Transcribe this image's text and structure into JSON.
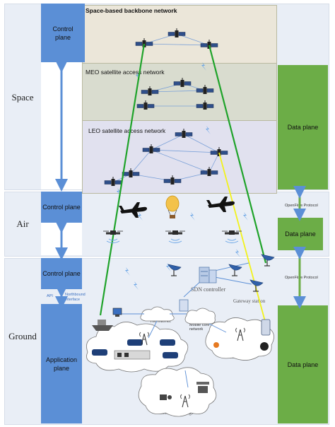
{
  "layers": {
    "space": "Space",
    "air": "Air",
    "ground": "Ground"
  },
  "control_plane": {
    "space": "Control plane",
    "air": "Control plane",
    "ground": "Control plane"
  },
  "application_plane": "Application plane",
  "data_plane": {
    "space": "Data plane",
    "air": "Data plane",
    "ground": "Data plane"
  },
  "networks": {
    "backbone": "Space-based backbone network",
    "meo": "MEO satellite access network",
    "leo": "LEO satellite access network"
  },
  "openflow": {
    "upper": "OpenFlow Protocol",
    "lower": "OpenFlow Protocol"
  },
  "api": {
    "label": "API",
    "northbound": "Northbound interface"
  },
  "ground_labels": {
    "sdn_controller": "SDN controller",
    "gateway_station": "Gateway station",
    "the_internet": "The Internet",
    "mobile_core": "Mobile core network",
    "internet_of_vehicles": "Internet of Vehicles",
    "mobile_network": "Mobile Network",
    "internet_of_things": "Internet of Things"
  },
  "colors": {
    "band": "#e9eef6",
    "control_blue": "#5b8fd6",
    "data_green": "#6cad47",
    "backbone_bg": "#ebe6d9",
    "meo_bg": "#d9dccf",
    "leo_bg": "#e1e1ef",
    "green_link": "#1fa32a",
    "yellow_link": "#f2f21a"
  }
}
